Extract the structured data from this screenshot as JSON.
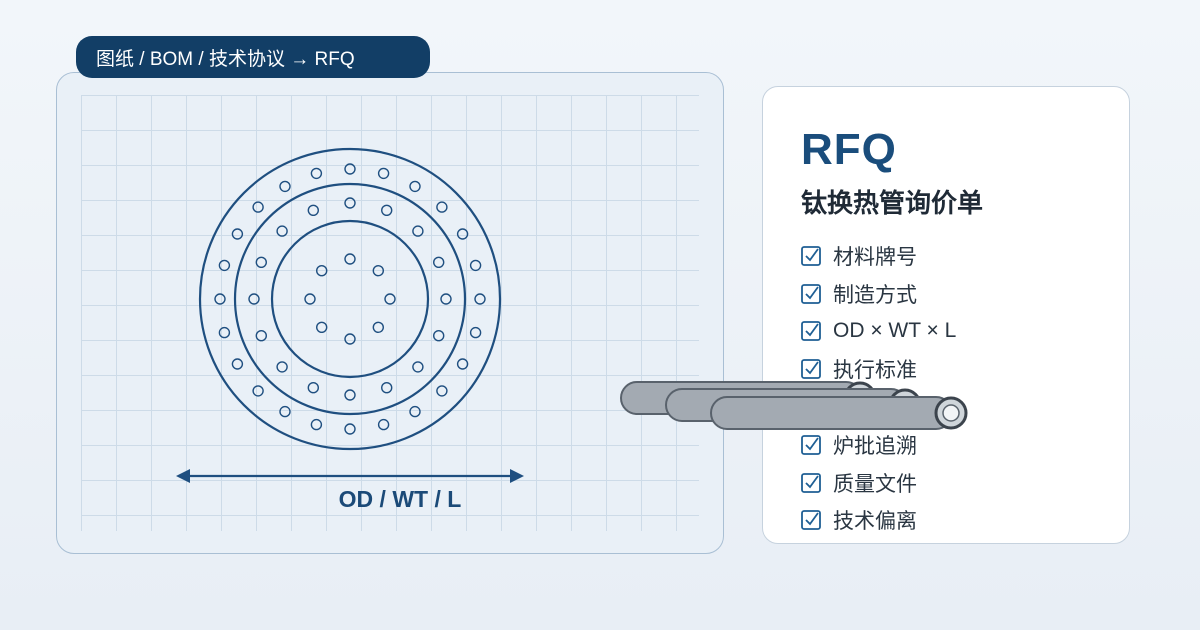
{
  "tab": {
    "label": "图纸 / BOM / 技术协议 → RFQ"
  },
  "drawing": {
    "dimension_label": "OD / WT / L"
  },
  "rfq": {
    "title": "RFQ",
    "subtitle": "钛换热管询价单",
    "items": [
      {
        "label": "材料牌号",
        "checked": true
      },
      {
        "label": "制造方式",
        "checked": true
      },
      {
        "label": "OD × WT × L",
        "checked": true
      },
      {
        "label": "执行标准",
        "checked": true
      },
      {
        "label": "",
        "checked": true
      },
      {
        "label": "炉批追溯",
        "checked": true
      },
      {
        "label": "质量文件",
        "checked": true
      },
      {
        "label": "技术偏离",
        "checked": true
      }
    ]
  },
  "colors": {
    "accent": "#123e66",
    "line": "#1f4f80",
    "tube": "#a3aab2"
  }
}
